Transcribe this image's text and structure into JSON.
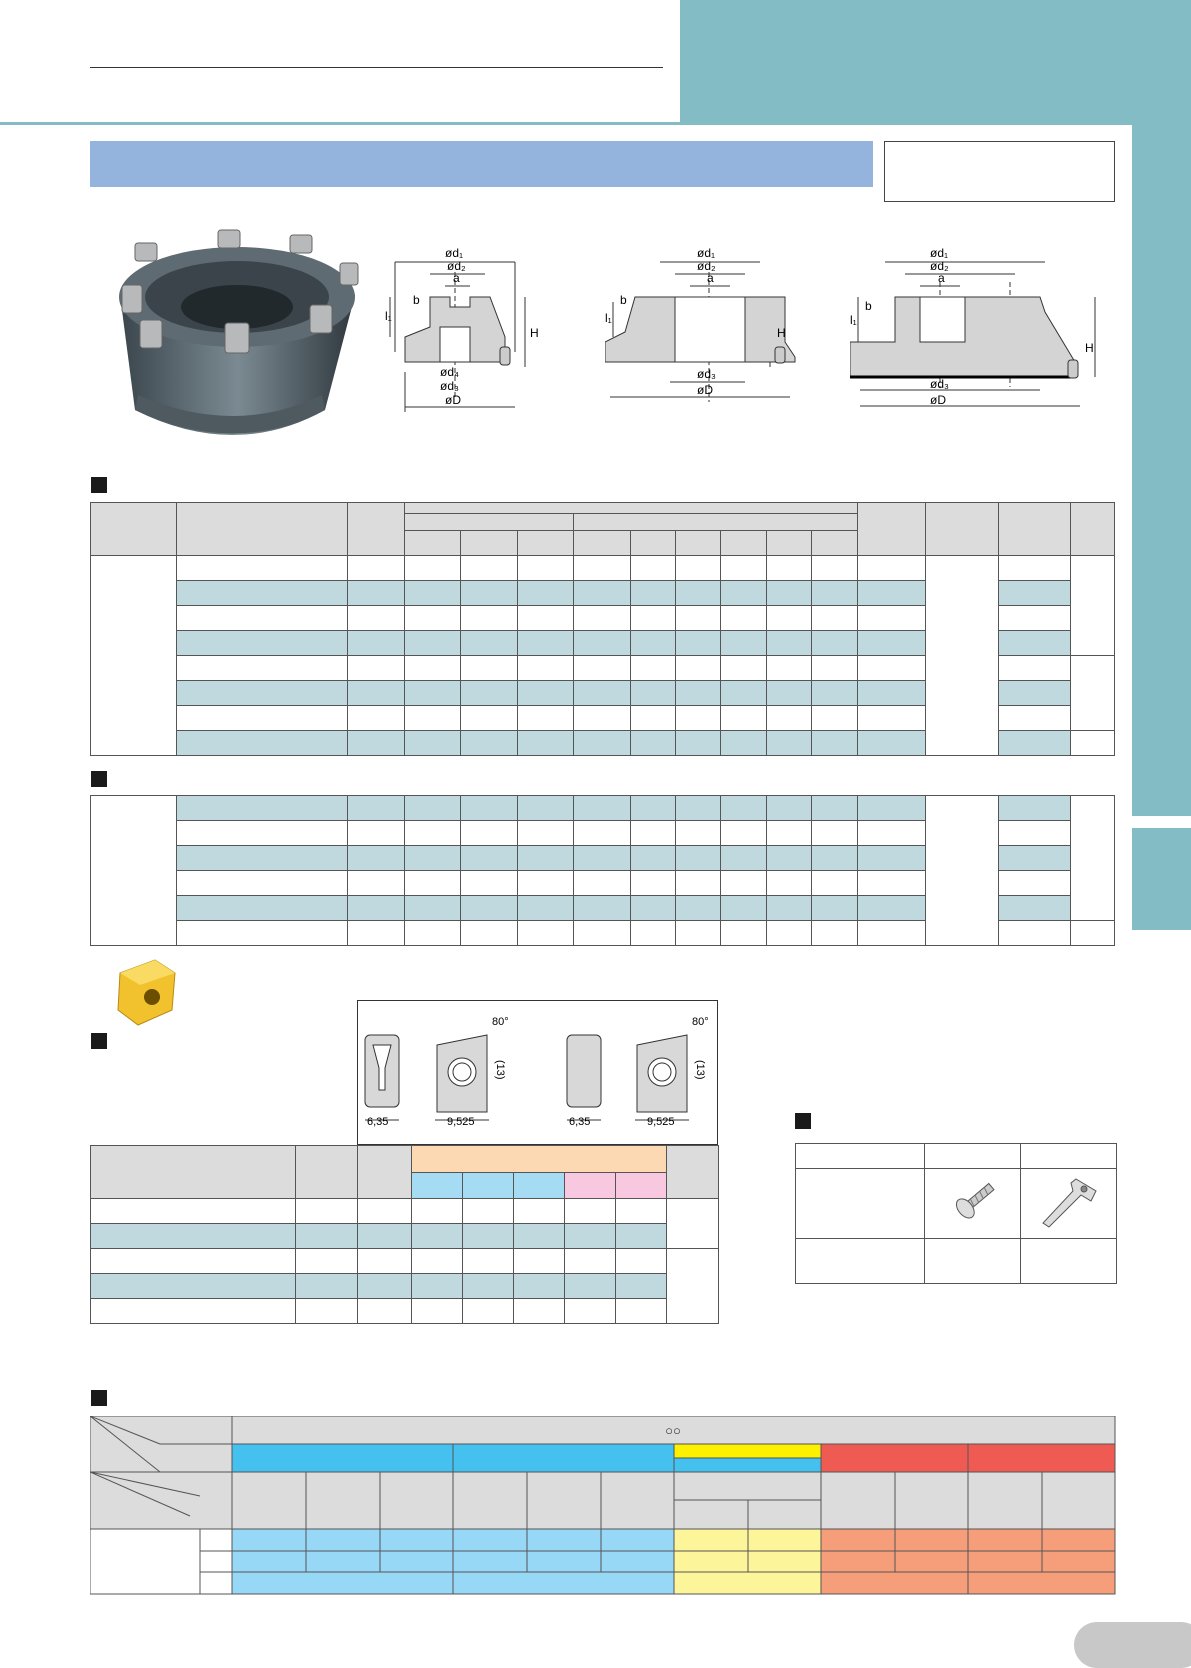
{
  "drawings": {
    "d1": "ød₁",
    "d2": "ød₂",
    "d3": "ød₃",
    "d4": "ød₄",
    "D": "øD",
    "a": "a",
    "b": "b",
    "l1": "l₁",
    "H": "H"
  },
  "insert_dims": {
    "angle": "80°",
    "side": "(13)",
    "thickness": "6,35",
    "ic": "9,525"
  },
  "grade_table": {
    "top_symbol": "○○"
  },
  "colors": {
    "teal": "#84bcc6",
    "title_bar": "#95b4dd",
    "row_tint": "#bfd9df",
    "insert_yellow": "#f2c12e",
    "sky": "#45c1f0",
    "yellow": "#fdf100",
    "red": "#ef5b52"
  },
  "icons": [
    "milling-cutter-photo",
    "insert-photo",
    "screw-icon",
    "torx-key-icon"
  ]
}
